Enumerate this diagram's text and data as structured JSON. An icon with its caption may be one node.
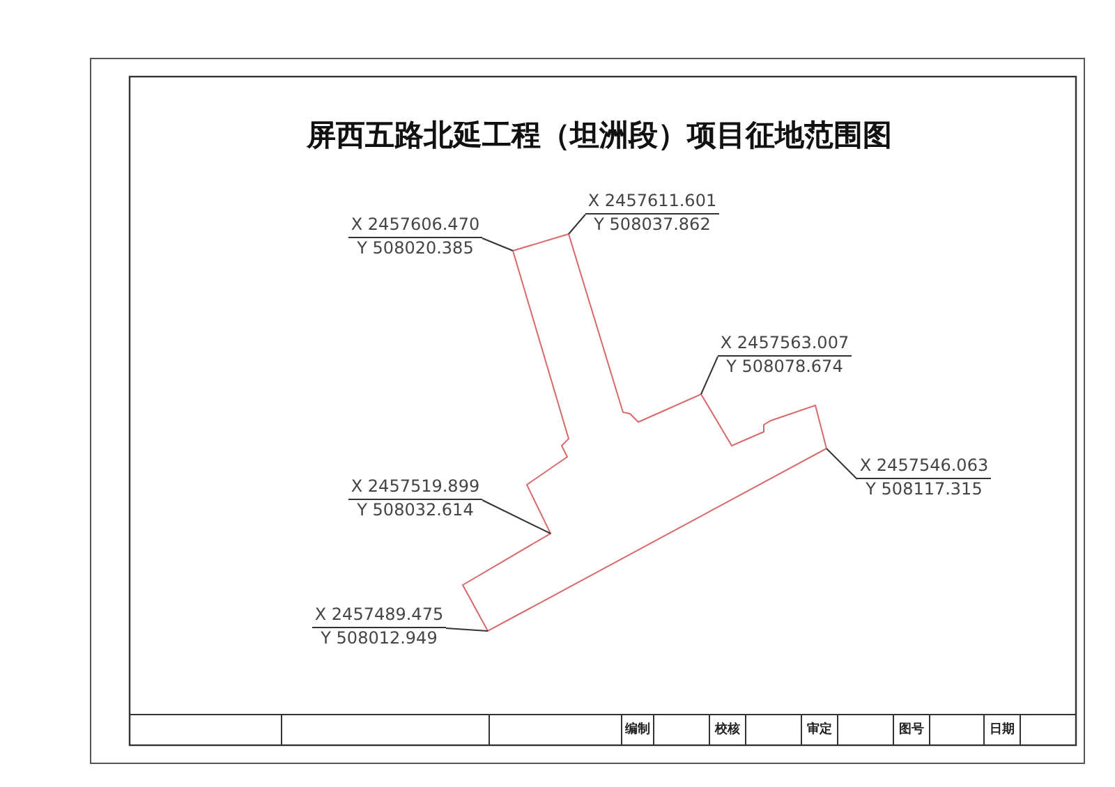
{
  "diagram": {
    "title": "屏西五路北延工程（坦洲段）项目征地范围图",
    "nodes": [
      {
        "text": [
          "X 2457606.470",
          "Y 508020.385"
        ]
      },
      {
        "text": [
          "X 2457611.601",
          "Y 508037.862"
        ]
      },
      {
        "text": [
          "X 2457563.007",
          "Y 508078.674"
        ]
      },
      {
        "text": [
          "X 2457546.063",
          "Y 508117.315"
        ]
      },
      {
        "text": [
          "X 2457519.899",
          "Y 508032.614"
        ]
      },
      {
        "text": [
          "X 2457489.475",
          "Y 508012.949"
        ]
      }
    ],
    "edges": [
      {
        "from": 0,
        "to": null,
        "arrow": "none"
      },
      {
        "from": 1,
        "to": null,
        "arrow": "none"
      },
      {
        "from": 2,
        "to": null,
        "arrow": "none"
      },
      {
        "from": 3,
        "to": null,
        "arrow": "none"
      },
      {
        "from": 4,
        "to": null,
        "arrow": "none"
      },
      {
        "from": 5,
        "to": null,
        "arrow": "none"
      }
    ],
    "labels": [
      "编制",
      "校核",
      "审定",
      "图号",
      "日期"
    ]
  }
}
